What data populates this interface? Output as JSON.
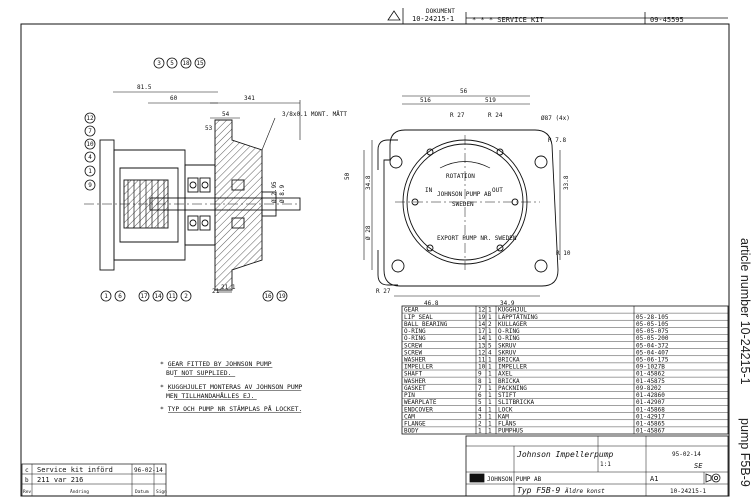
{
  "header": {
    "doc_label": "DOKUMENT",
    "doc_number": "10-24215-1",
    "kit_title": "* * * SERVICE KIT",
    "ref_number": "09-45595"
  },
  "side_label": {
    "article": "article number 10-24215-1",
    "pump": "pump F5B-9"
  },
  "balloons": [
    "3",
    "5",
    "18",
    "15",
    "12",
    "7",
    "10",
    "4",
    "1",
    "9",
    "1",
    "6",
    "17",
    "14",
    "11",
    "2",
    "16",
    "19"
  ],
  "dimensions": {
    "a": "81.5",
    "b": "60",
    "c": "54",
    "d": "341",
    "e": "53",
    "thread": "3/8x0.1 MONT. MÅTT",
    "f": "56",
    "g": "516",
    "h": "519",
    "i": "R 27",
    "j": "R 24",
    "k": "Ø87 (4x)",
    "l": "R 7.8",
    "m": "50",
    "n": "34.8",
    "o": "33.8",
    "p": "46.8",
    "q": "34.9",
    "r": "R 27",
    "s": "R 10",
    "t": "21",
    "u": "21.1",
    "v": "Ø 8.9",
    "w": "Ø 2.95",
    "x": "Ø 28"
  },
  "plate_text": {
    "top": "ROTATION",
    "brand": "JOHNSON PUMP AB",
    "country": "SWEDEN",
    "in": "IN",
    "out": "OUT",
    "lower": "EXPORT PUMP NR. SWEDEN"
  },
  "parts": [
    {
      "en": "GEAR",
      "pos": "12",
      "qty": "1",
      "sv": "KUGGHJUL",
      "art": ""
    },
    {
      "en": "LIP SEAL",
      "pos": "19",
      "qty": "1",
      "sv": "LÄPPTÄTNING",
      "art": "05-28-105"
    },
    {
      "en": "BALL BEARING",
      "pos": "14",
      "qty": "2",
      "sv": "KULLAGER",
      "art": "05-05-105"
    },
    {
      "en": "O-RING",
      "pos": "17",
      "qty": "1",
      "sv": "O-RING",
      "art": "05-05-075"
    },
    {
      "en": "O-RING",
      "pos": "14",
      "qty": "1",
      "sv": "O-RING",
      "art": "05-05-200"
    },
    {
      "en": "SCREW",
      "pos": "13",
      "qty": "5",
      "sv": "SKRUV",
      "art": "05-04-372"
    },
    {
      "en": "SCREW",
      "pos": "12",
      "qty": "4",
      "sv": "SKRUV",
      "art": "05-04-407"
    },
    {
      "en": "WASHER",
      "pos": "11",
      "qty": "1",
      "sv": "BRICKA",
      "art": "05-06-175"
    },
    {
      "en": "IMPELLER",
      "pos": "10",
      "qty": "1",
      "sv": "IMPELLER",
      "art": "09-1027B"
    },
    {
      "en": "SHAFT",
      "pos": "9",
      "qty": "1",
      "sv": "AXEL",
      "art": "01-45862"
    },
    {
      "en": "WASHER",
      "pos": "8",
      "qty": "1",
      "sv": "BRICKA",
      "art": "01-45875"
    },
    {
      "en": "GASKET",
      "pos": "7",
      "qty": "1",
      "sv": "PACKNING",
      "art": "09-8202"
    },
    {
      "en": "PIN",
      "pos": "6",
      "qty": "1",
      "sv": "STIFT",
      "art": "01-42860"
    },
    {
      "en": "WEARPLATE",
      "pos": "5",
      "qty": "1",
      "sv": "SLITBRICKA",
      "art": "01-42907"
    },
    {
      "en": "ENDCOVER",
      "pos": "4",
      "qty": "1",
      "sv": "LOCK",
      "art": "01-45868"
    },
    {
      "en": "CAM",
      "pos": "3",
      "qty": "1",
      "sv": "KAM",
      "art": "01-42917"
    },
    {
      "en": "FLANGE",
      "pos": "2",
      "qty": "1",
      "sv": "FLÄNS",
      "art": "01-45865"
    },
    {
      "en": "BODY",
      "pos": "1",
      "qty": "1",
      "sv": "PUMPHUS",
      "art": "01-45867"
    }
  ],
  "notes": [
    "* GEAR FITTED BY JOHNSON PUMP",
    "BUT NOT SUPPLIED.",
    "* KUGGHJULET MONTERAS AV JOHNSON PUMP",
    "MEN TILLHANDAHÅLLES EJ.",
    "* TYP OCH PUMP NR STÄMPLAS PÅ LOCKET."
  ],
  "revision": {
    "row1_letter": "c",
    "row1_text": "Service kit införd",
    "row1_date": "96-02-14",
    "row2_letter": "b",
    "row2_text": "211 var 216",
    "head_a": "Rev",
    "head_b": "Ändring",
    "head_c": "Datum",
    "head_d": "Sign"
  },
  "title_block": {
    "designation": "Johnson Impellerpump",
    "type": "Typ F5B-9",
    "extra": "Äldre konst",
    "company": "JOHNSON PUMP AB",
    "scale": "1:1",
    "sheet": "A1",
    "number": "10-24215-1",
    "date": "95-02-14",
    "sign": "SE"
  }
}
